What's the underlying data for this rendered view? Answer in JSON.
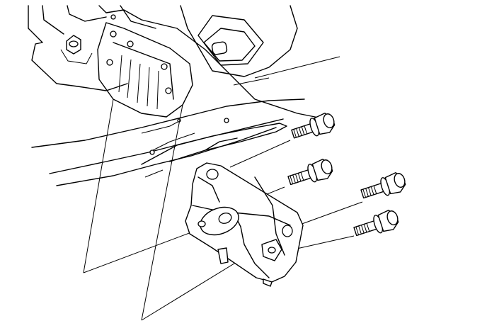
{
  "figure": {
    "kind": "exploded-parts-illustration",
    "line_color": "#000000",
    "background": "#ffffff",
    "parts": [
      "frame-rail",
      "mounting-bracket",
      "flange-bolt",
      "flange-bolt",
      "flange-bolt",
      "flange-bolt"
    ]
  }
}
